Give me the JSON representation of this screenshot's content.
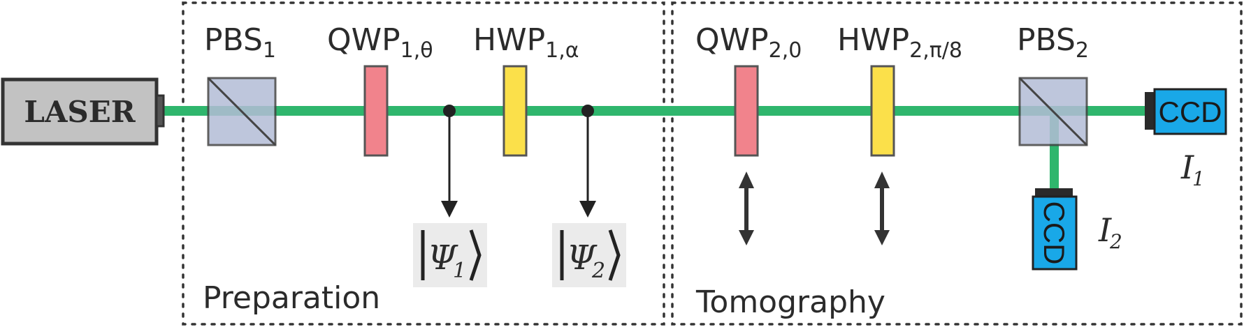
{
  "colors": {
    "beam": "#2fb66d",
    "pbs_fill": "#b3bdd6",
    "qwp_fill": "#f1838c",
    "hwp_fill": "#fbe04a",
    "laser_fill": "#c2c2c2",
    "ccd_fill": "#19a8e8",
    "ket_bg": "#ebebeb"
  },
  "laser": {
    "label": "LASER"
  },
  "components": {
    "pbs1": {
      "main": "PBS",
      "sub": "1"
    },
    "qwp1": {
      "main": "QWP",
      "sub": "1,θ"
    },
    "hwp1": {
      "main": "HWP",
      "sub": "1,α"
    },
    "qwp2": {
      "main": "QWP",
      "sub": "2,0"
    },
    "hwp2": {
      "main": "HWP",
      "sub": "2,π/8"
    },
    "pbs2": {
      "main": "PBS",
      "sub": "2"
    }
  },
  "states": {
    "psi1": {
      "symbol": "Ψ",
      "sub": "1"
    },
    "psi2": {
      "symbol": "Ψ",
      "sub": "2"
    }
  },
  "detectors": {
    "ccd1": {
      "label": "CCD",
      "intensity": "I",
      "sub": "1"
    },
    "ccd2": {
      "label": "CCD",
      "intensity": "I",
      "sub": "2"
    }
  },
  "sections": {
    "preparation": "Preparation",
    "tomography": "Tomography"
  }
}
